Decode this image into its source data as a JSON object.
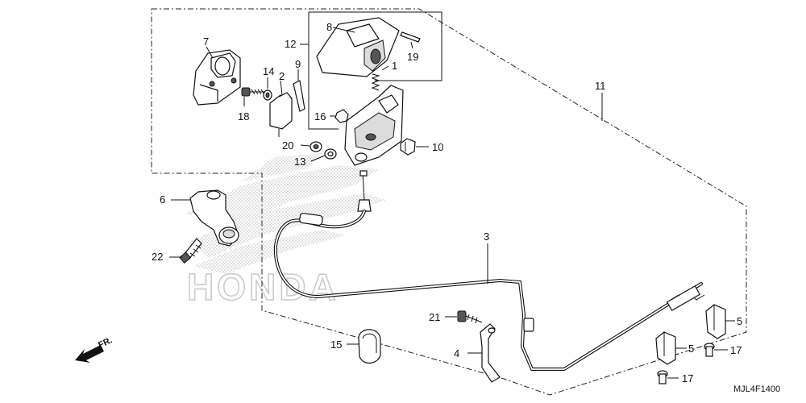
{
  "diagram_code": "MJL4F1400",
  "direction_marker": "FR.",
  "watermark": "HONDA",
  "parts": [
    {
      "id": "p1",
      "label": "1"
    },
    {
      "id": "p2",
      "label": "2"
    },
    {
      "id": "p3",
      "label": "3"
    },
    {
      "id": "p4",
      "label": "4"
    },
    {
      "id": "p5a",
      "label": "5"
    },
    {
      "id": "p5b",
      "label": "5"
    },
    {
      "id": "p6",
      "label": "6"
    },
    {
      "id": "p7",
      "label": "7"
    },
    {
      "id": "p8",
      "label": "8"
    },
    {
      "id": "p9",
      "label": "9"
    },
    {
      "id": "p10",
      "label": "10"
    },
    {
      "id": "p11",
      "label": "11"
    },
    {
      "id": "p12",
      "label": "12"
    },
    {
      "id": "p13",
      "label": "13"
    },
    {
      "id": "p14",
      "label": "14"
    },
    {
      "id": "p15",
      "label": "15"
    },
    {
      "id": "p16",
      "label": "16"
    },
    {
      "id": "p17a",
      "label": "17"
    },
    {
      "id": "p17b",
      "label": "17"
    },
    {
      "id": "p18",
      "label": "18"
    },
    {
      "id": "p19",
      "label": "19"
    },
    {
      "id": "p20",
      "label": "20"
    },
    {
      "id": "p21",
      "label": "21"
    },
    {
      "id": "p22",
      "label": "22"
    }
  ]
}
